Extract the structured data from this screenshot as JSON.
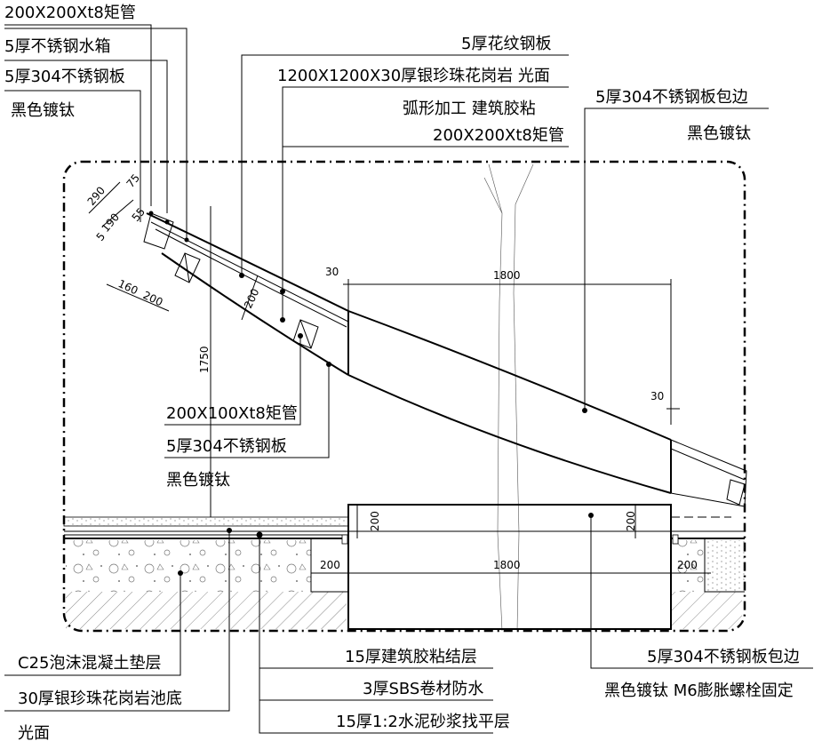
{
  "labels": {
    "tube_200x200_top": "200X200Xt8矩管",
    "water_tank": "5厚不锈钢水箱",
    "ss304_plate_left": "5厚304不锈钢板",
    "black_ti_left": "黑色镀钛",
    "checker_plate": "5厚花纹钢板",
    "granite_1200": "1200X1200X30厚银珍珠花岗岩 光面",
    "arc_process": "弧形加工 建筑胶粘",
    "tube_200x200_mid": "200X200Xt8矩管",
    "ss304_edge_right": "5厚304不锈钢板包边",
    "black_ti_right": "黑色镀钛",
    "tube_200x100": "200X100Xt8矩管",
    "ss304_plate_mid": "5厚304不锈钢板",
    "black_ti_mid": "黑色镀钛",
    "c25_foam": "C25泡沫混凝土垫层",
    "granite_pool": "30厚银珍珠花岗岩池底",
    "polished": "光面",
    "adhesive_15": "15厚建筑胶粘结层",
    "sbs_3": "3厚SBS卷材防水",
    "mortar_15": "15厚1:2水泥砂浆找平层",
    "ss304_edge_bottom": "5厚304不锈钢板包边",
    "anchor_bolt": "黑色镀钛 M6膨胀螺栓固定"
  },
  "dimensions": {
    "d30_top": "30",
    "d1800_top": "1800",
    "d30_right": "30",
    "d1800_bottom": "1800",
    "d200_base_left": "200",
    "d200_base_right": "200",
    "d200_block_left": "200",
    "d200_block_right": "200",
    "d1750": "1750",
    "d200_beam": "200",
    "d290": "290",
    "d75": "75",
    "d190": "190",
    "d55": "55",
    "d5": "5",
    "d160": "160",
    "d200_small": "200"
  }
}
